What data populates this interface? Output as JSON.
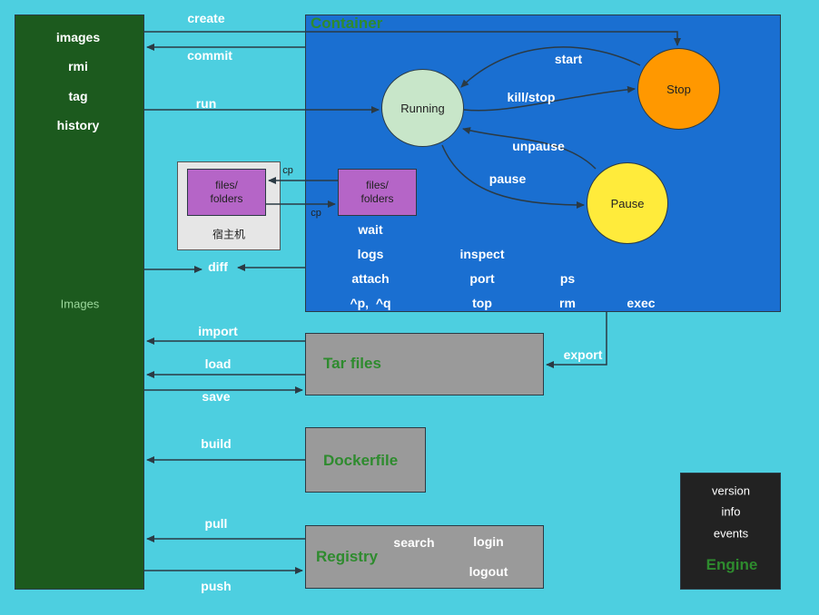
{
  "colors": {
    "background": "#4dcfe0",
    "images_panel": "#1c5a1e",
    "container_panel": "#1a6fd1",
    "gray_box": "#9a9a9a",
    "engine_box": "#222222",
    "running": "#c8e6c9",
    "stop": "#ff9800",
    "pause": "#ffeb3b",
    "files_box": "#b565c7",
    "title_green": "#2e8b2e"
  },
  "images": {
    "commands": [
      "images",
      "rmi",
      "tag",
      "history"
    ],
    "label": "Images"
  },
  "container": {
    "title": "Container",
    "states": {
      "running": "Running",
      "stop": "Stop",
      "pause": "Pause"
    },
    "transitions": {
      "start": "start",
      "kill_stop": "kill/stop",
      "unpause": "unpause",
      "pause": "pause"
    },
    "files": "files/\nfolders",
    "commands": [
      "wait",
      "logs",
      "inspect",
      "attach",
      "port",
      "ps",
      "^p,  ^q",
      "top",
      "rm",
      "exec"
    ]
  },
  "host": {
    "files": "files/\nfolders",
    "label": "宿主机",
    "cp_top": "cp",
    "cp_bottom": "cp"
  },
  "arrows": {
    "create": "create",
    "commit": "commit",
    "run": "run",
    "diff": "diff",
    "import": "import",
    "load": "load",
    "save": "save",
    "export": "export",
    "build": "build",
    "pull": "pull",
    "push": "push"
  },
  "tar": {
    "title": "Tar files"
  },
  "dockerfile": {
    "title": "Dockerfile"
  },
  "registry": {
    "title": "Registry",
    "search": "search",
    "login": "login",
    "logout": "logout"
  },
  "engine": {
    "items": [
      "version",
      "info",
      "events"
    ],
    "title": "Engine"
  }
}
